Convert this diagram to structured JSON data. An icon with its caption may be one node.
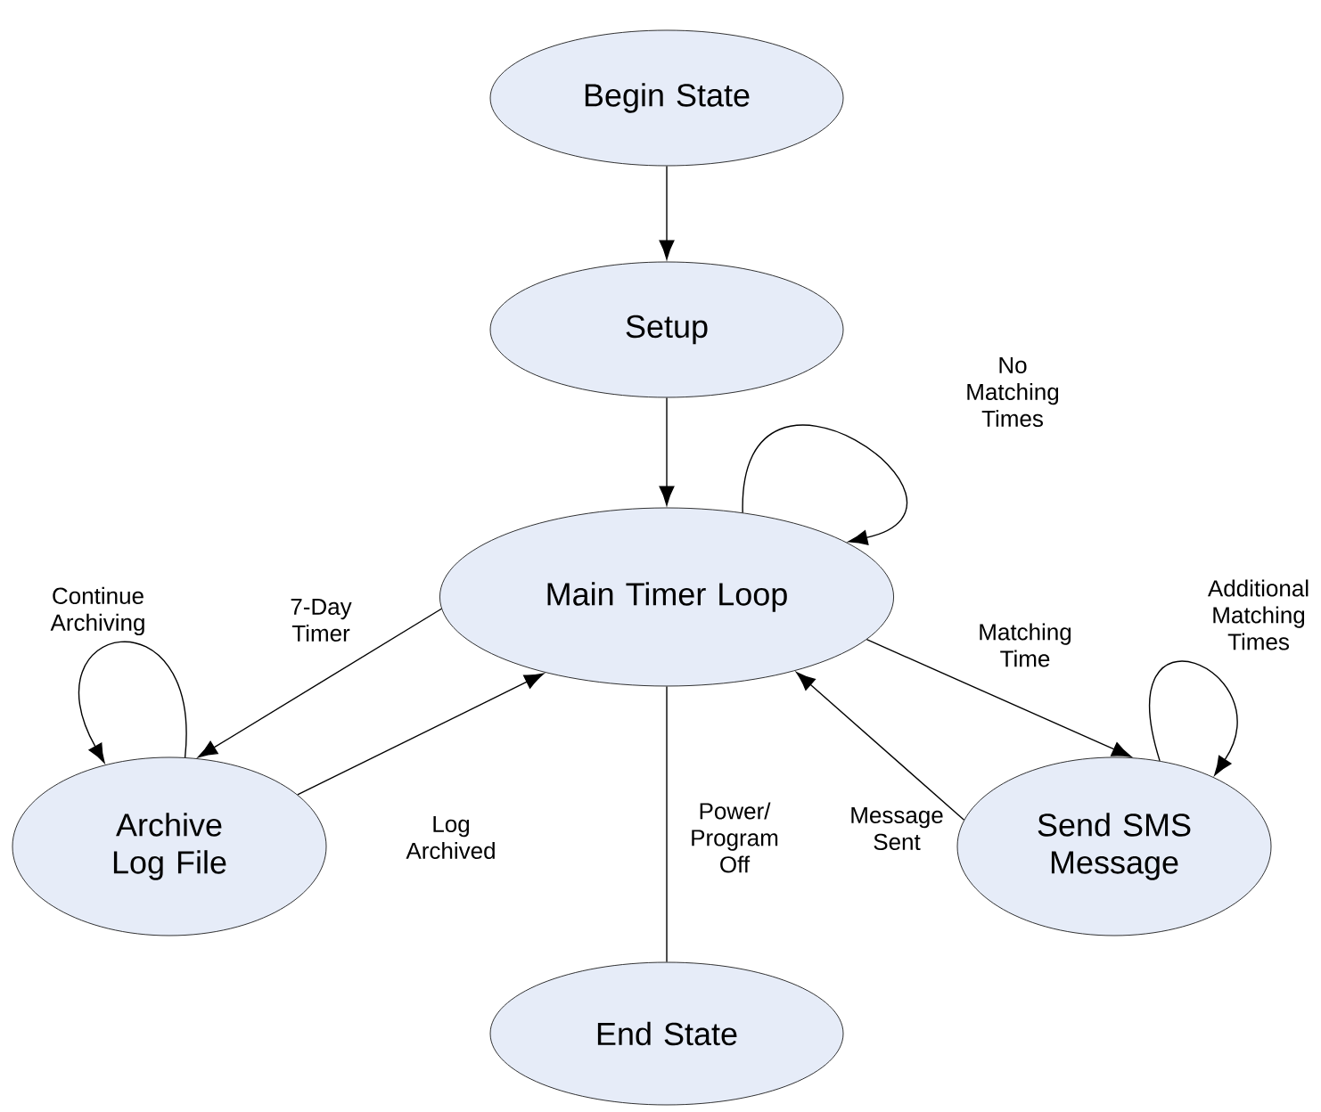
{
  "diagram": {
    "nodes": [
      {
        "text": [
          "Begin State"
        ]
      },
      {
        "text": [
          "Setup"
        ]
      },
      {
        "text": [
          "Main Timer Loop"
        ]
      },
      {
        "text": [
          "Archive Log File"
        ]
      },
      {
        "text": [
          "Send SMS Message"
        ]
      },
      {
        "text": [
          "End State"
        ]
      }
    ],
    "edges": [
      {
        "from": 0,
        "to": 1,
        "arrow": "to"
      },
      {
        "from": 1,
        "to": 2,
        "arrow": "to"
      },
      {
        "from": 2,
        "to": 2,
        "arrow": "to",
        "label": "No Matching Times"
      },
      {
        "from": 2,
        "to": 3,
        "arrow": "to",
        "label": "7-Day Timer"
      },
      {
        "from": 3,
        "to": 3,
        "arrow": "to",
        "label": "Continue Archiving"
      },
      {
        "from": 3,
        "to": 2,
        "arrow": "to",
        "label": "Log Archived"
      },
      {
        "from": 2,
        "to": 4,
        "arrow": "to",
        "label": "Matching Time"
      },
      {
        "from": 4,
        "to": 4,
        "arrow": "to",
        "label": "Additional Matching Times"
      },
      {
        "from": 4,
        "to": 2,
        "arrow": "to",
        "label": "Message Sent"
      },
      {
        "from": 2,
        "to": 5,
        "arrow": "none",
        "label": "Power/ Program Off"
      }
    ]
  }
}
